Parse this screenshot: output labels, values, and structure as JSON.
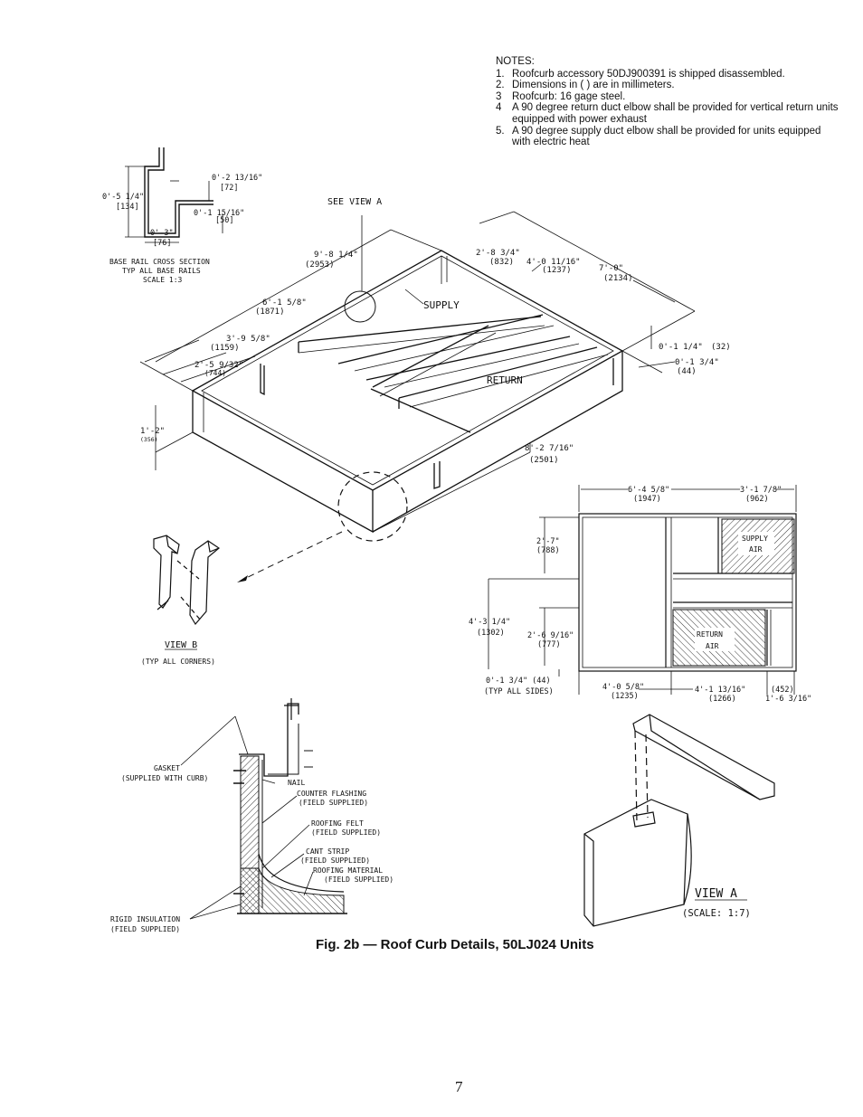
{
  "notes": {
    "heading": "NOTES:",
    "items": [
      {
        "num": "1.",
        "text": "Roofcurb accessory 50DJ900391 is shipped disassembled."
      },
      {
        "num": "2.",
        "text": "Dimensions in (   ) are in millimeters."
      },
      {
        "num": "3",
        "text": "Roofcurb: 16 gage steel."
      },
      {
        "num": "4",
        "text": "A 90 degree return duct elbow shall be provided for vertical return units equipped with power exhaust"
      },
      {
        "num": "5.",
        "text": "A 90 degree supply duct elbow shall be provided for units equipped with electric heat"
      }
    ]
  },
  "base_rail": {
    "dims": [
      "0'-5 1/4\"",
      "[134]",
      "0'-2 13/16\"",
      "[72]",
      "0'-1 15/16\"",
      "[50]",
      "0'-3\"",
      "[76]"
    ],
    "caption": [
      "BASE RAIL CROSS SECTION",
      "TYP ALL BASE RAILS",
      "SCALE 1:3"
    ]
  },
  "iso": {
    "see_view_a": "SEE VIEW A",
    "supply": "SUPPLY",
    "return": "RETURN",
    "dims": {
      "d_9_8": "9'-8 1/4\"",
      "d_9_8_mm": "(2953)",
      "d_2_8": "2'-8 3/4\"",
      "d_2_8_mm": "(832)",
      "d_4_0": "4'-0 11/16\"",
      "d_4_0_mm": "(1237)",
      "d_7_0": "7'-0\"",
      "d_7_0_mm": "(2134)",
      "d_6_1": "6'-1 5/8\"",
      "d_6_1_mm": "(1871)",
      "d_3_9": "3'-9 5/8\"",
      "d_3_9_mm": "(1159)",
      "d_2_5": "2'-5 9/32\"",
      "d_2_5_mm": "(744)",
      "d_0_1a": "0'-1 1/4\"",
      "d_0_1a_mm": "(32)",
      "d_0_1b": "0'-1 3/4\"",
      "d_0_1b_mm": "(44)",
      "d_1_2": "1'-2\"",
      "d_1_2_mm": "(356)",
      "d_8_2": "8'-2 7/16\"",
      "d_8_2_mm": "(2501)"
    }
  },
  "view_b": {
    "title": "VIEW B",
    "note": "(TYP  ALL CORNERS)"
  },
  "plan": {
    "supply_air": [
      "SUPPLY",
      "AIR"
    ],
    "return_air": [
      "RETURN",
      "AIR"
    ],
    "dims": {
      "d_6_4": "6'-4 5/8\"",
      "d_6_4_mm": "(1947)",
      "d_3_1": "3'-1 7/8\"",
      "d_3_1_mm": "(962)",
      "d_2_7": "2'-7\"",
      "d_2_7_mm": "(788)",
      "d_4_3": "4'-3 1/4\"",
      "d_4_3_mm": "(1302)",
      "d_2_6": "2'-6 9/16\"",
      "d_2_6_mm": "(777)",
      "d_0_1": "0'-1 3/4\" (44)",
      "d_0_1_note": "(TYP ALL SIDES)",
      "d_4_0": "4'-0 5/8\"",
      "d_4_0_mm": "(1235)",
      "d_4_1": "4'-1 13/16\"",
      "d_4_1_mm": "(1266)",
      "d_452": "(452)",
      "d_1_6": "1'-6 3/16\""
    }
  },
  "flashing": {
    "labels": [
      "GASKET",
      "(SUPPLIED WITH CURB)",
      "NAIL",
      "COUNTER FLASHING",
      "(FIELD SUPPLIED)",
      "ROOFING FELT",
      "(FIELD SUPPLIED)",
      "CANT STRIP",
      "(FIELD SUPPLIED)",
      "ROOFING MATERIAL",
      "(FIELD SUPPLIED)",
      "RIGID INSULATION",
      "(FIELD SUPPLIED)"
    ]
  },
  "view_a": {
    "title": "VIEW A",
    "scale": "(SCALE: 1:7)"
  },
  "caption": "Fig. 2b — Roof Curb Details, 50LJ024 Units",
  "page_number": "7"
}
